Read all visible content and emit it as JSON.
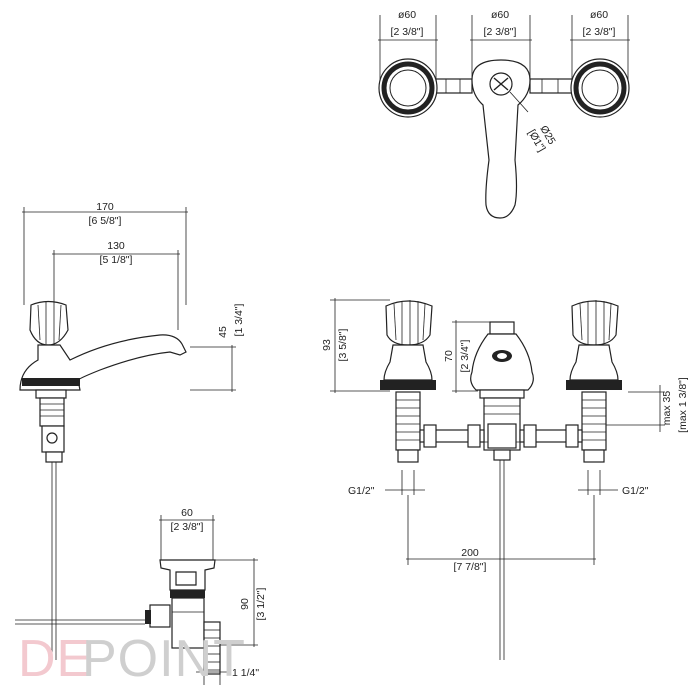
{
  "top_view": {
    "dia_left": "ø60",
    "dia_left_in": "[2 3/8\"]",
    "dia_mid": "ø60",
    "dia_mid_in": "[2 3/8\"]",
    "dia_right": "ø60",
    "dia_right_in": "[2 3/8\"]",
    "dia_spout": "Ø25",
    "dia_spout_in": "[Ø1\"]"
  },
  "side_view": {
    "length_total": "170",
    "length_total_in": "[6 5/8\"]",
    "length_reach": "130",
    "length_reach_in": "[5 1/8\"]",
    "height_spout": "45",
    "height_spout_in": "[1 3/4\"]"
  },
  "front_view": {
    "height_handle": "93",
    "height_handle_in": "[3 5/8\"]",
    "height_spout": "70",
    "height_spout_in": "[2 3/4\"]",
    "max_thickness": "max 35",
    "max_thickness_in": "[max 1 3/8\"]",
    "thread_left": "G1/2\"",
    "thread_right": "G1/2\"",
    "spacing": "200",
    "spacing_in": "[7 7/8\"]"
  },
  "drain": {
    "width": "60",
    "width_in": "[2 3/8\"]",
    "height": "90",
    "height_in": "[3 1/2\"]",
    "thread": "1 1/4\""
  },
  "logo": {
    "part1": "DE",
    "part2": "POINT"
  }
}
